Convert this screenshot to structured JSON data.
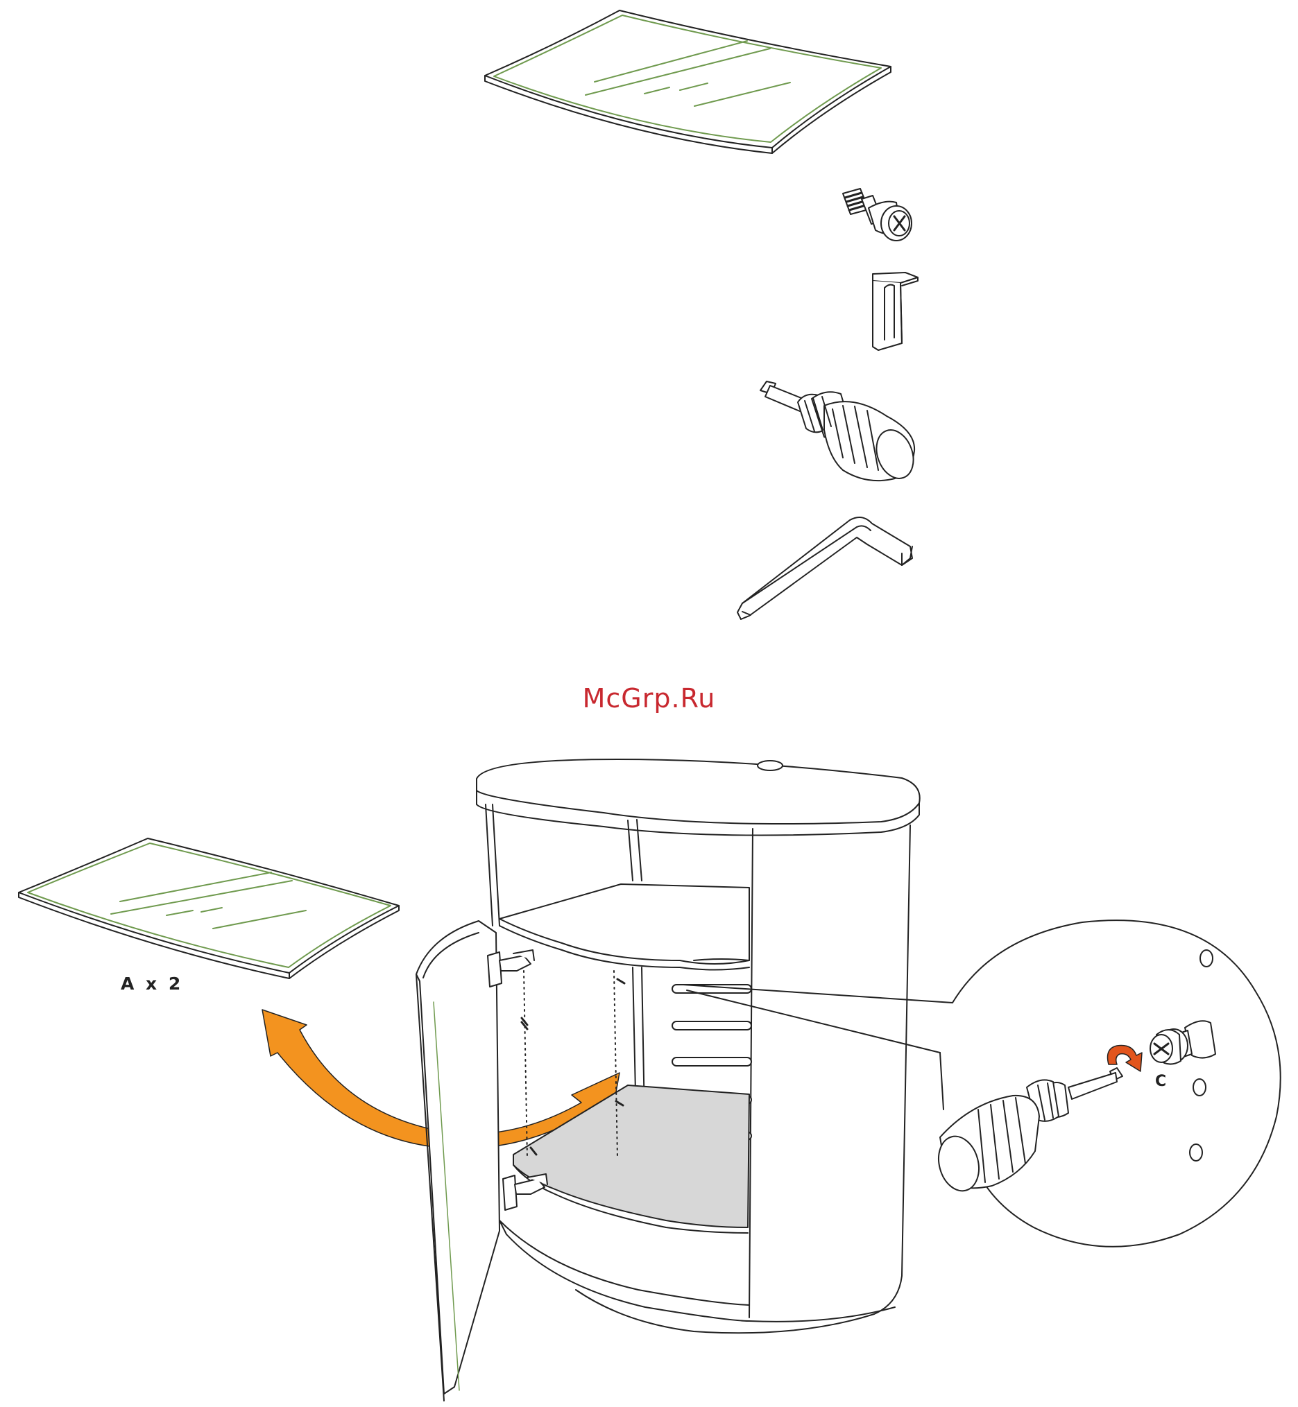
{
  "watermark": "McGrp.Ru",
  "labels": {
    "quantity": "A x 2",
    "part_c": "C"
  },
  "colors": {
    "glass_edge": "#6f9a4e",
    "arrow": "#f3931f",
    "rotate_arrow": "#e2551d",
    "line": "#222222",
    "shelf_fill": "#d7d7d7",
    "watermark": "#c8282f"
  }
}
